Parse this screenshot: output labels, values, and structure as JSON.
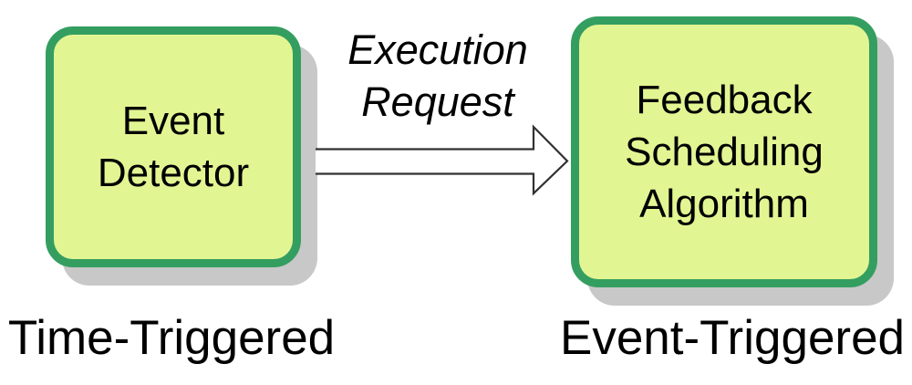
{
  "diagram": {
    "colors": {
      "canvas_bg": "#ffffff",
      "box_fill": "#e2f593",
      "box_border": "#349e60",
      "shadow": "#c8c8c8",
      "arrow_fill": "#ffffff",
      "arrow_stroke": "#303030",
      "text": "#000000"
    },
    "left_box": {
      "label_lines": [
        "Event",
        "Detector"
      ],
      "caption": "Time-Triggered"
    },
    "right_box": {
      "label_lines": [
        "Feedback",
        "Scheduling",
        "Algorithm"
      ],
      "caption": "Event-Triggered"
    },
    "arrow": {
      "label_lines": [
        "Execution",
        "Request"
      ]
    }
  }
}
